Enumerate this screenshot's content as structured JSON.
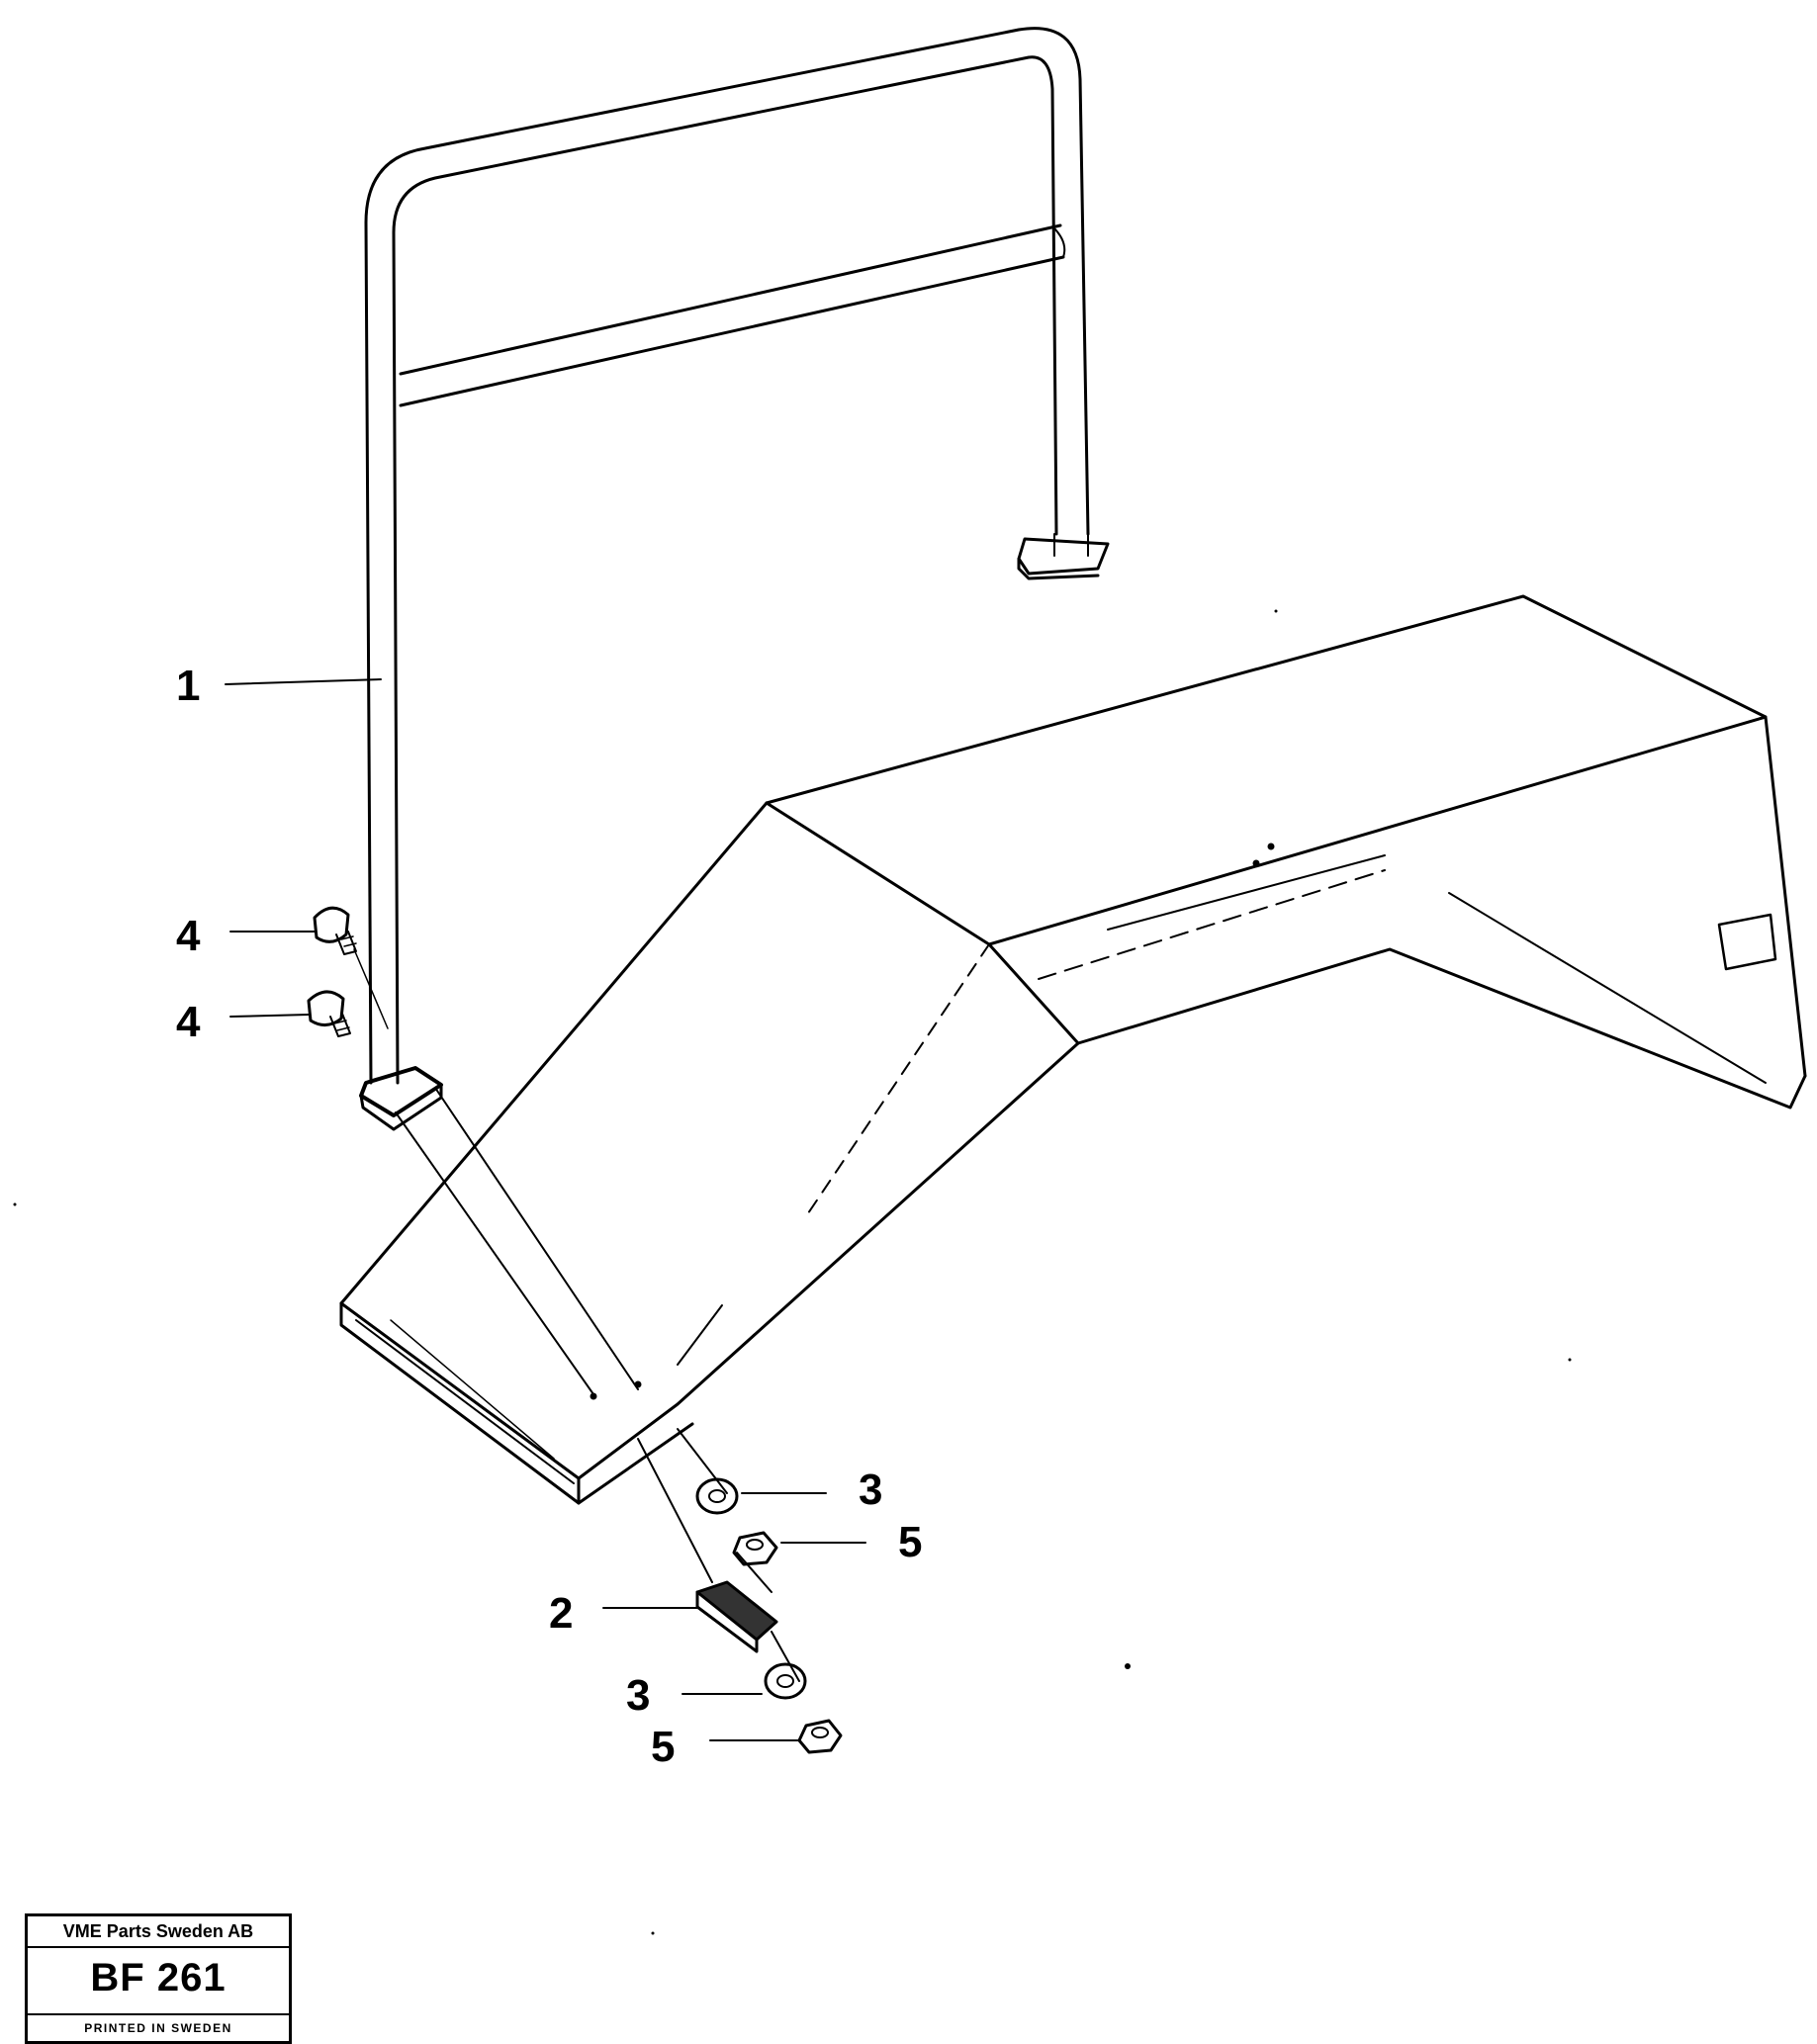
{
  "callouts": [
    {
      "id": "1",
      "label": "1"
    },
    {
      "id": "4a",
      "label": "4"
    },
    {
      "id": "4b",
      "label": "4"
    },
    {
      "id": "3a",
      "label": "3"
    },
    {
      "id": "5a",
      "label": "5"
    },
    {
      "id": "2",
      "label": "2"
    },
    {
      "id": "3b",
      "label": "3"
    },
    {
      "id": "5b",
      "label": "5"
    }
  ],
  "title_block": {
    "company": "VME Parts Sweden AB",
    "code": "BF 261",
    "printed": "PRINTED IN SWEDEN"
  }
}
